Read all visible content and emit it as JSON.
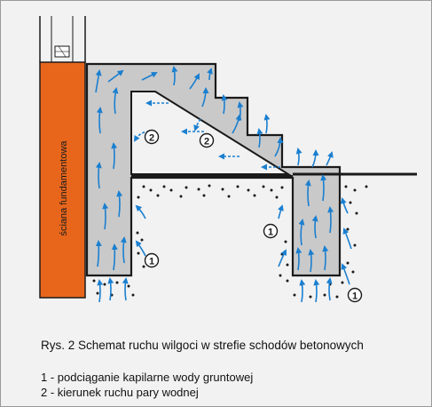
{
  "diagram": {
    "wall_label": "ściana fundamentowa",
    "marker_1": "1",
    "marker_2": "2",
    "caption": "Rys. 2   Schemat ruchu wilgoci w strefie schodów betonowych",
    "legend": [
      "1 - podciąganie kapilarne wody gruntowej",
      "2 - kierunek ruchu pary wodnej"
    ],
    "colors": {
      "wall": "#e8661c",
      "concrete": "#c9c9c9",
      "arrow": "#1a7fd0",
      "outline": "#1a1a1a",
      "background": "#f2f2f2"
    }
  }
}
